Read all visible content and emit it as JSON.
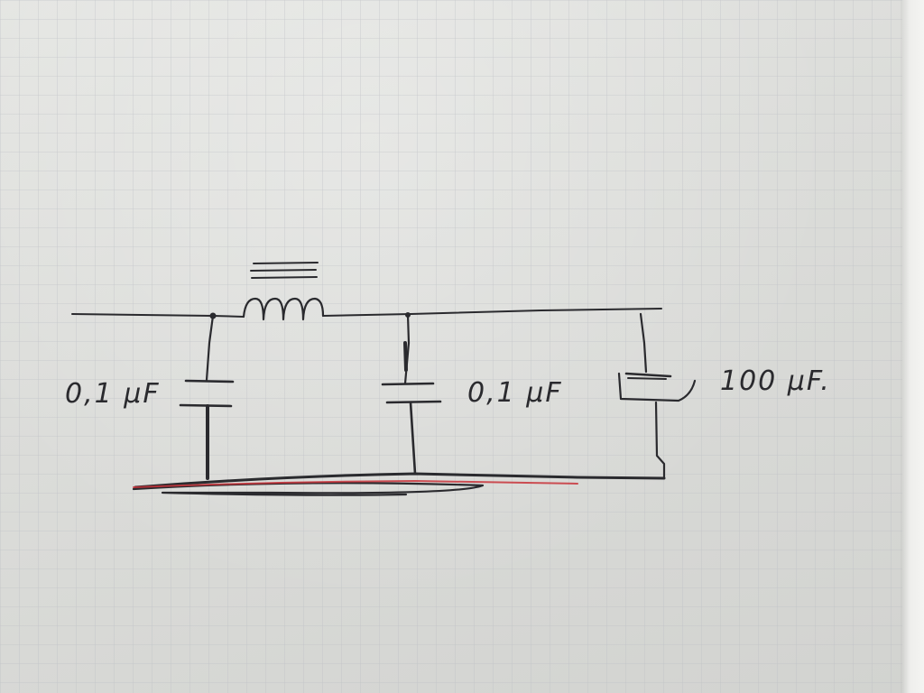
{
  "labels": {
    "c1_value": "0,1 μF",
    "c2_value": "0,1 μF",
    "c3_value": "100 μF."
  },
  "colors": {
    "ink": "#2a2a2e",
    "grid": "#b9bcc2",
    "red_pencil": "#c8323a"
  }
}
